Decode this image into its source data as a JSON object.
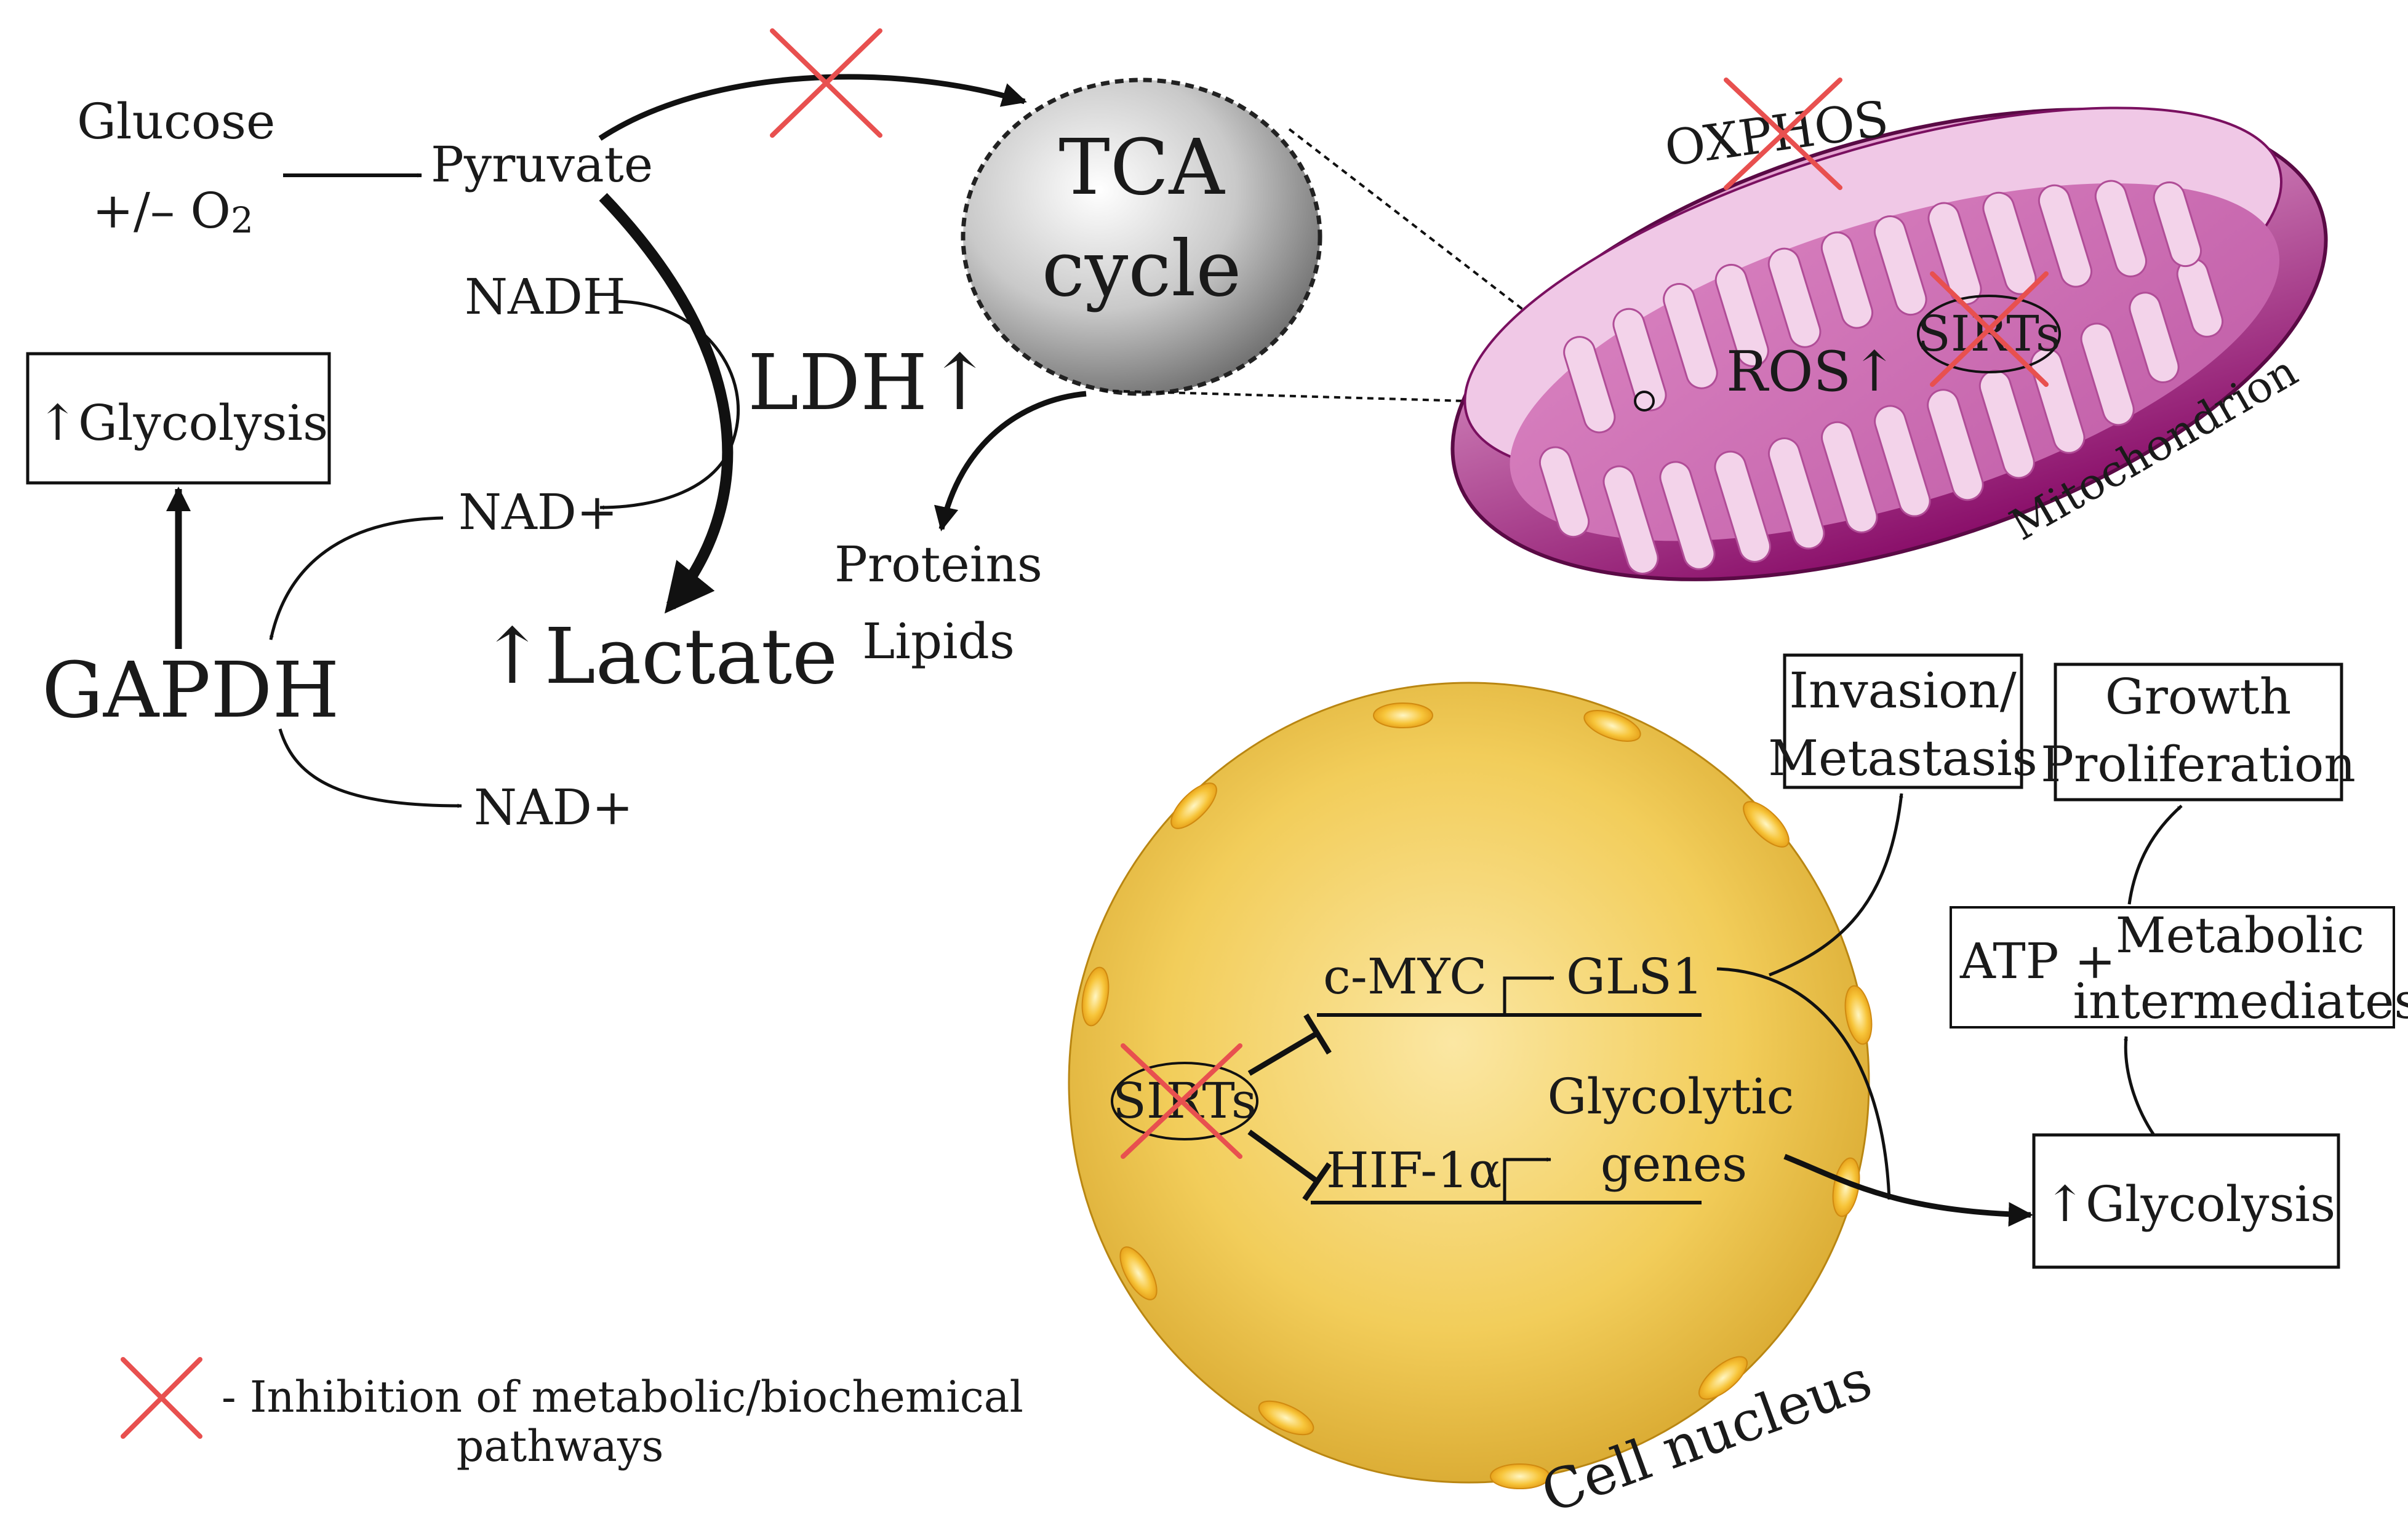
{
  "glycolysis_pathway": {
    "glucose": "Glucose",
    "oxygen": "+/– O",
    "oxygen_sub": "2",
    "pyruvate": "Pyruvate",
    "nadh": "NADH",
    "ldh": "LDH↑",
    "nad_plus_1": "NAD+",
    "nad_plus_2": "NAD+",
    "glycolysis_box": "↑Glycolysis",
    "gapdh": "GAPDH",
    "lactate": "↑Lactate"
  },
  "tca": {
    "line1": "TCA",
    "line2": "cycle",
    "proteins": "Proteins",
    "lipids": "Lipids"
  },
  "mitochondrion": {
    "oxphos": "OXPHOS",
    "ros": "ROS↑",
    "sirts": "SIRTs",
    "label": "Mitochondrion"
  },
  "nucleus": {
    "label": "Cell nucleus",
    "sirts": "SIRTs",
    "cmyc": "c-MYC",
    "gls1": "GLS1",
    "hif1a": "HIF-1α",
    "glycolytic_line1": "Glycolytic",
    "glycolytic_line2": "genes"
  },
  "outcomes": {
    "invasion_line1": "Invasion/",
    "invasion_line2": "Metastasis",
    "growth_line1": "Growth",
    "growth_line2": "Proliferation",
    "atp": "ATP +",
    "metabolic_line1": "Metabolic",
    "metabolic_line2": "intermediates",
    "glycolysis_box": "↑Glycolysis"
  },
  "legend": {
    "line1": "- Inhibition of metabolic/biochemical",
    "line2": "pathways"
  },
  "colors": {
    "inhibition_cross": "#e8504f",
    "mitochondrion": "#a3177f",
    "nucleus": "#f2cd5a"
  }
}
